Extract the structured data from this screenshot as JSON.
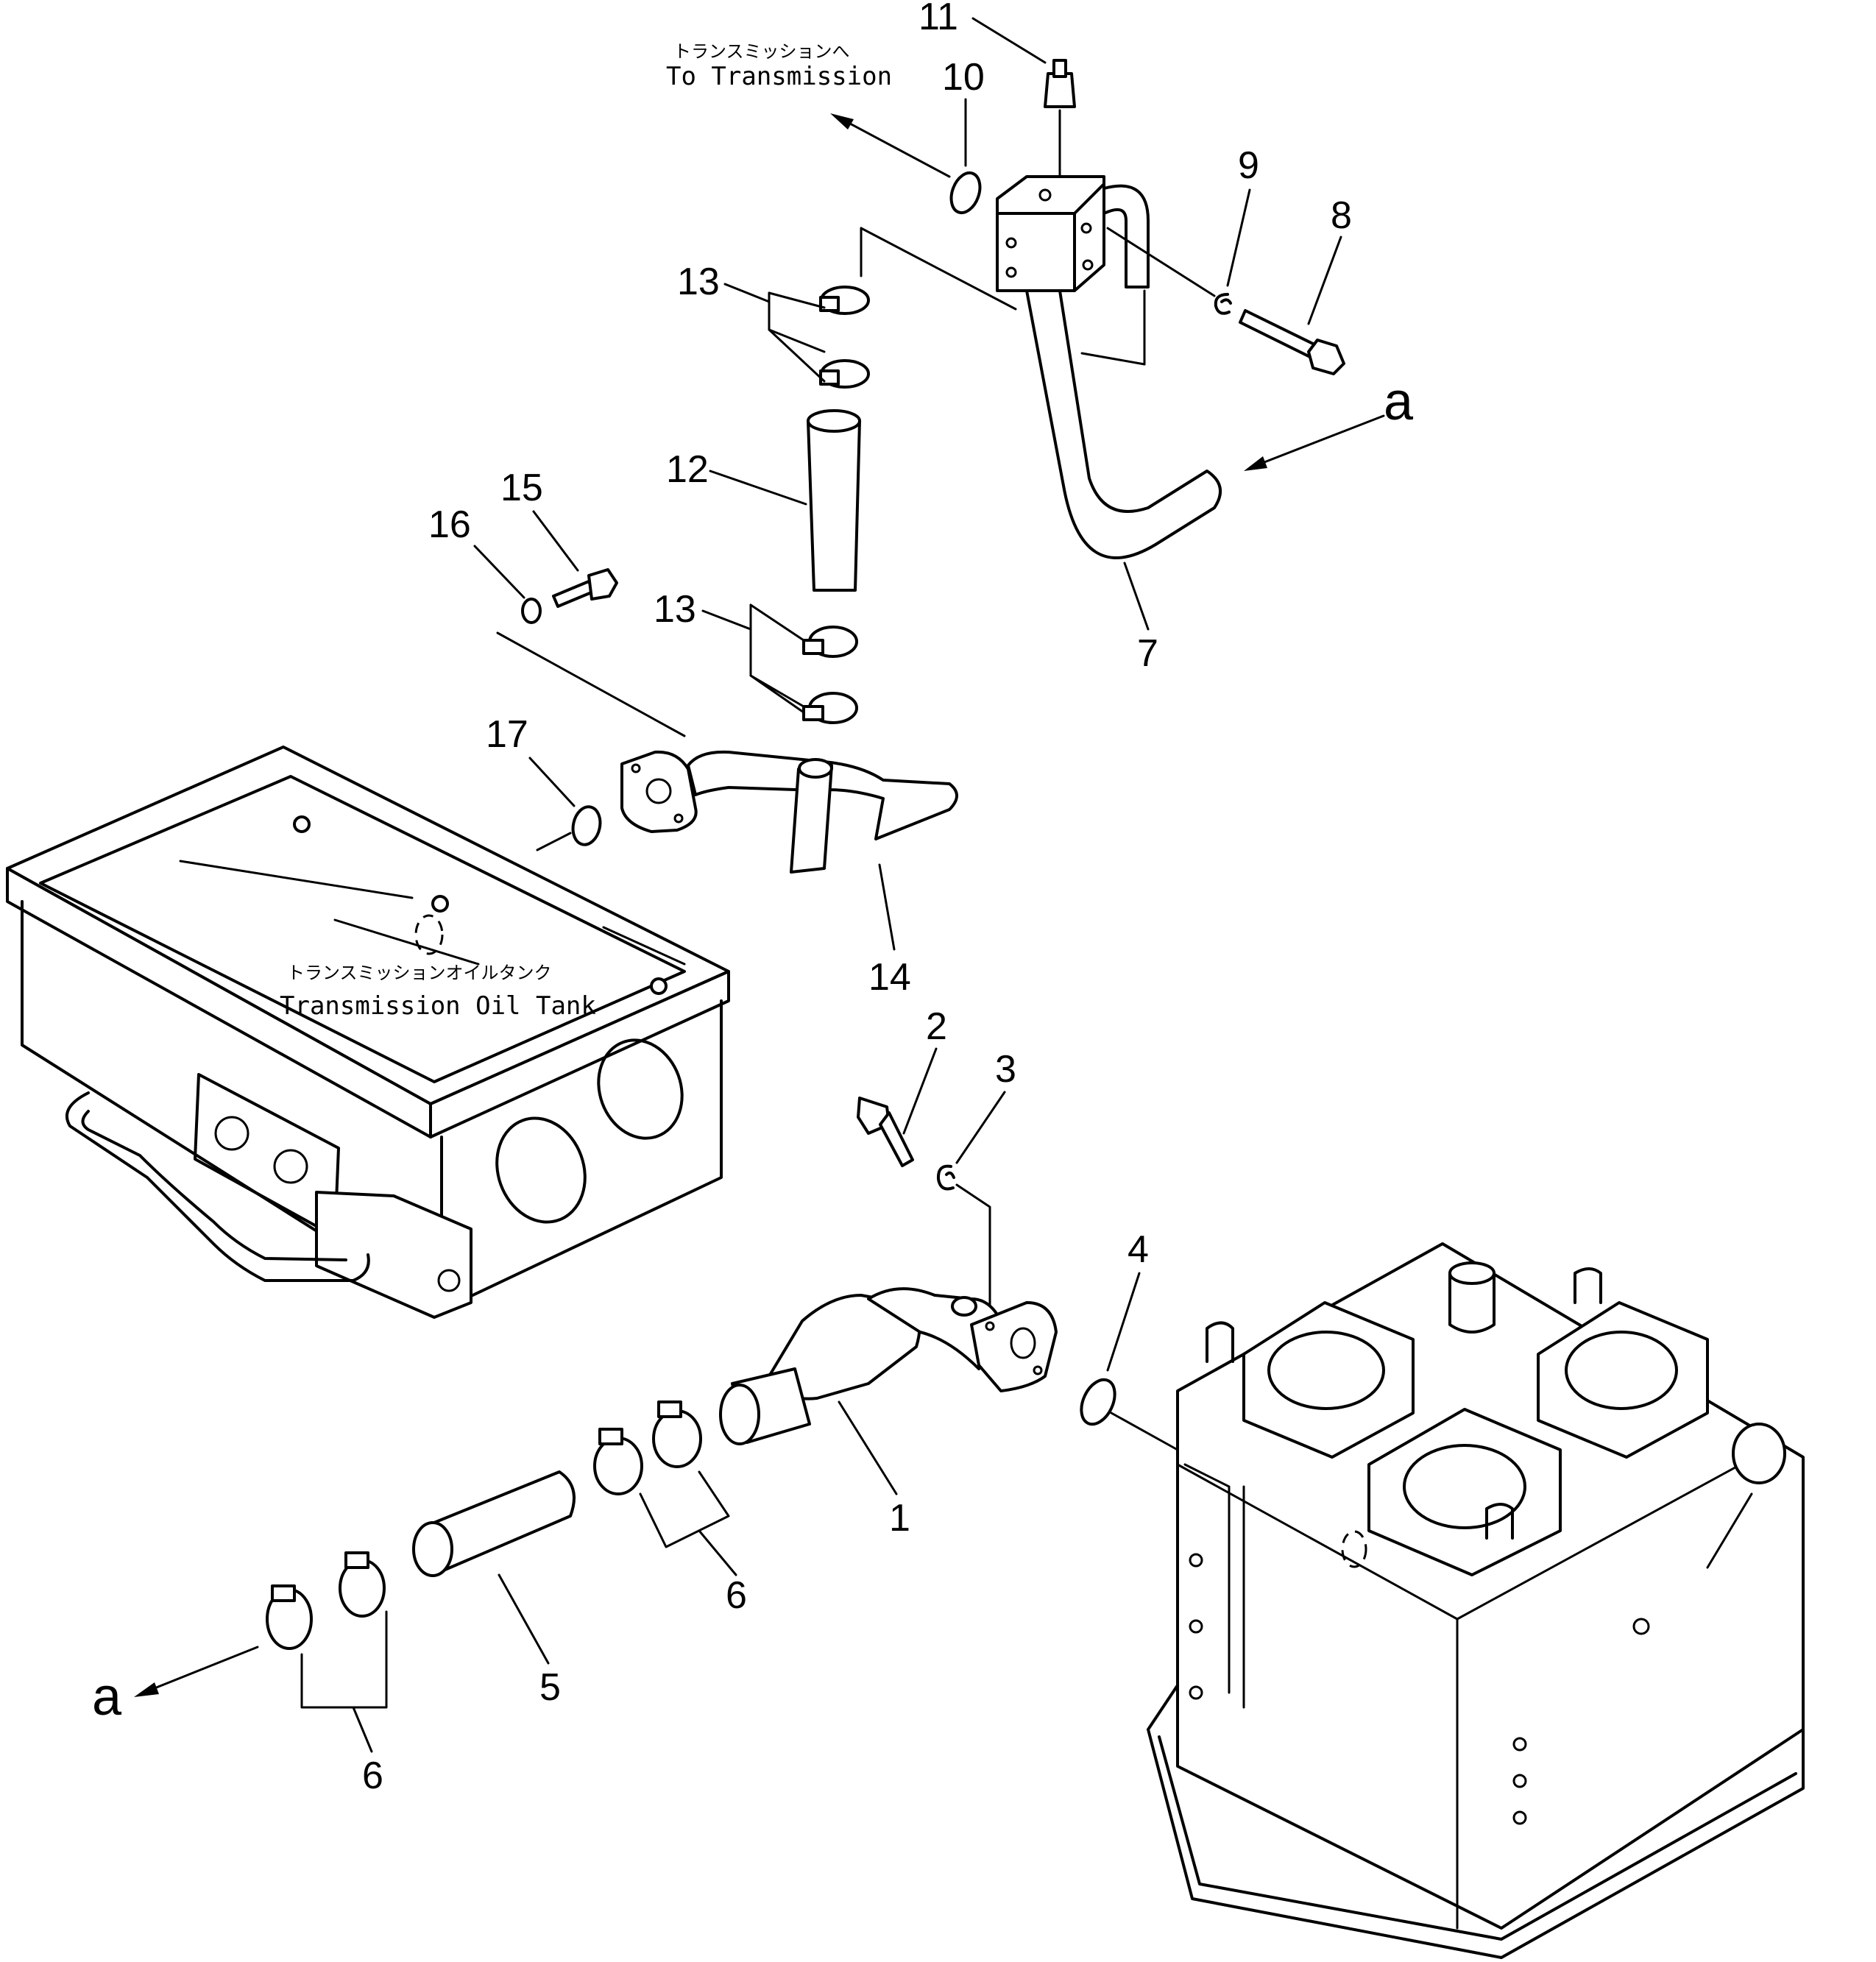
{
  "labels": {
    "to_transmission_jp": "トランスミッションへ",
    "to_transmission_en": "To Transmission",
    "tank_jp": "トランスミッションオイルタンク",
    "tank_en": "Transmission Oil Tank",
    "connector_a": "a"
  },
  "part_numbers": [
    "1",
    "2",
    "3",
    "4",
    "5",
    "6",
    "7",
    "8",
    "9",
    "10",
    "11",
    "12",
    "13",
    "14",
    "15",
    "16",
    "17"
  ]
}
